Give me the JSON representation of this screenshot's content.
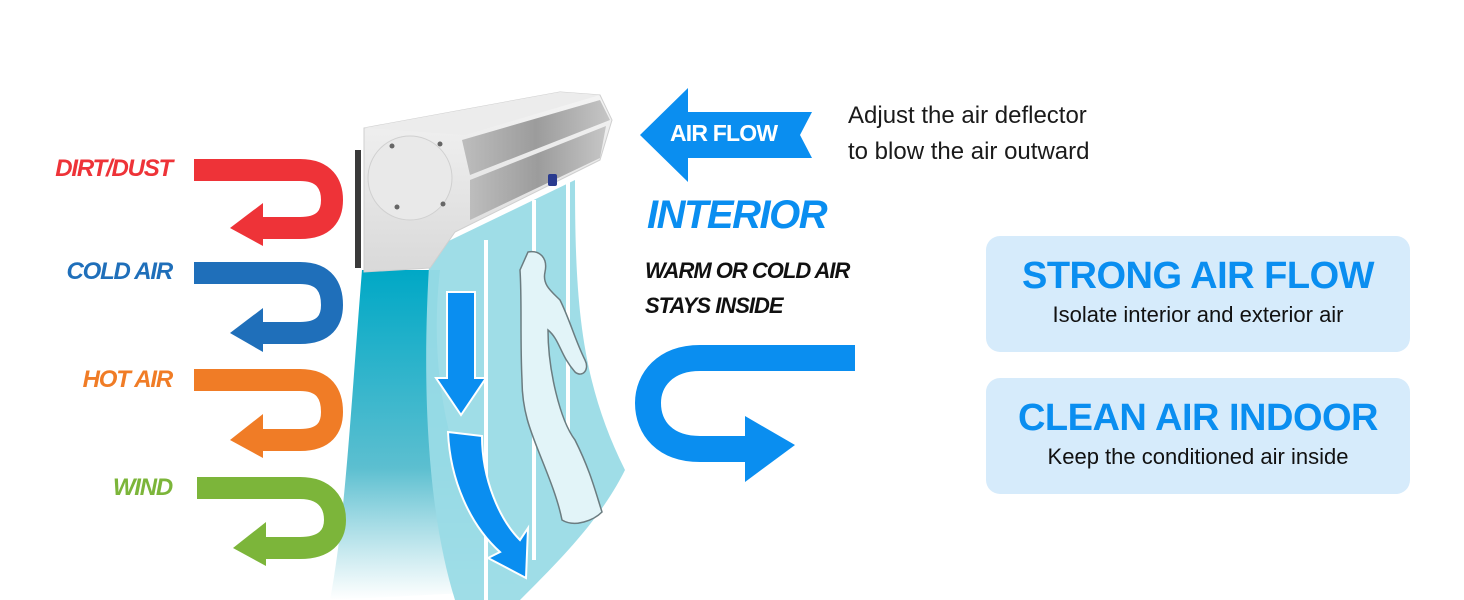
{
  "colors": {
    "dirt_dust": "#ee3338",
    "cold_air": "#1f6fba",
    "hot_air": "#f07c26",
    "wind": "#7cb53a",
    "accent_blue": "#0a8ef0",
    "card_bg": "#d6ebfb",
    "curtain_teal": "#00a9c8",
    "curtain_light": "#9adbe6"
  },
  "exterior_blocked": [
    {
      "label": "DIRT/DUST",
      "icon": "u-turn-arrow-left-icon",
      "color": "#ee3338"
    },
    {
      "label": "COLD AIR",
      "icon": "u-turn-arrow-left-icon",
      "color": "#1f6fba"
    },
    {
      "label": "HOT AIR",
      "icon": "u-turn-arrow-left-icon",
      "color": "#f07c26"
    },
    {
      "label": "WIND",
      "icon": "u-turn-arrow-left-icon",
      "color": "#7cb53a"
    }
  ],
  "airflow": {
    "label": "AIR FLOW",
    "icon": "arrow-left-icon",
    "description_line1": "Adjust the air deflector",
    "description_line2": "to blow the air outward"
  },
  "interior": {
    "title": "INTERIOR",
    "line1": "WARM OR COLD AIR",
    "line2": "STAYS INSIDE",
    "return_icon": "u-turn-arrow-right-icon"
  },
  "device": {
    "name": "air-curtain-unit",
    "downflow_icons": [
      "arrow-down-icon",
      "curved-arrow-down-icon"
    ]
  },
  "features": [
    {
      "title": "STRONG AIR FLOW",
      "subtitle": "Isolate interior and exterior air"
    },
    {
      "title": "CLEAN AIR INDOOR",
      "subtitle": "Keep the conditioned air inside"
    }
  ]
}
